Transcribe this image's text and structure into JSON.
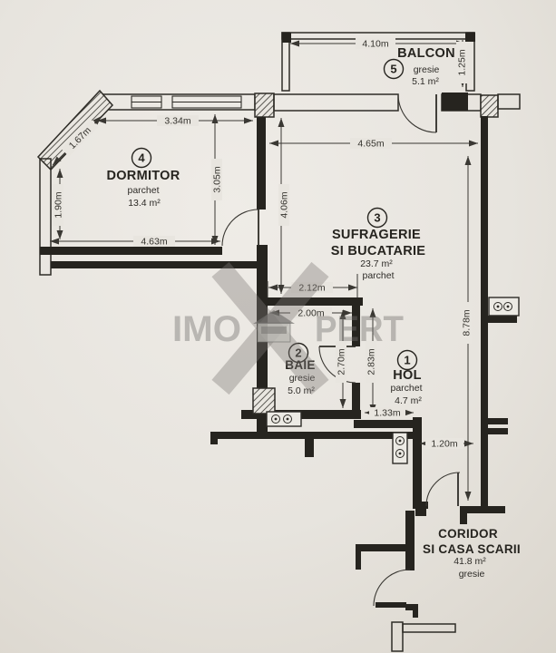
{
  "watermark": {
    "prefix": "IMO",
    "suffix": "PERT"
  },
  "rooms": {
    "balcon": {
      "num": "5",
      "name": "BALCON",
      "floor": "gresie",
      "area": "5.1 m²"
    },
    "dormitor": {
      "num": "4",
      "name": "DORMITOR",
      "floor": "parchet",
      "area": "13.4 m²"
    },
    "sufragerie": {
      "num": "3",
      "name": "SUFRAGERIE",
      "name2": "SI BUCATARIE",
      "area": "23.7 m²",
      "floor": "parchet"
    },
    "baie": {
      "num": "2",
      "name": "BAIE",
      "floor": "gresie",
      "area": "5.0 m²"
    },
    "hol": {
      "num": "1",
      "name": "HOL",
      "floor": "parchet",
      "area": "4.7 m²"
    },
    "coridor": {
      "name": "CORIDOR",
      "name2": "SI CASA SCARII",
      "area": "41.8 m²",
      "floor": "gresie"
    }
  },
  "dimensions": {
    "balcon_width": "4.10m",
    "balcon_depth": "1.25m",
    "window_span": "3.34m",
    "diagonal_wall": "1.67m",
    "dormitor_left": "1.90m",
    "dormitor_height": "3.05m",
    "dormitor_width": "4.63m",
    "living_width": "4.65m",
    "living_height": "4.06m",
    "right_wall": "8.78m",
    "baie_span": "2.12m",
    "baie_width": "2.00m",
    "baie_height": "2.70m",
    "hol_height": "2.83m",
    "hol_width": "1.33m",
    "passage_width": "1.20m"
  }
}
